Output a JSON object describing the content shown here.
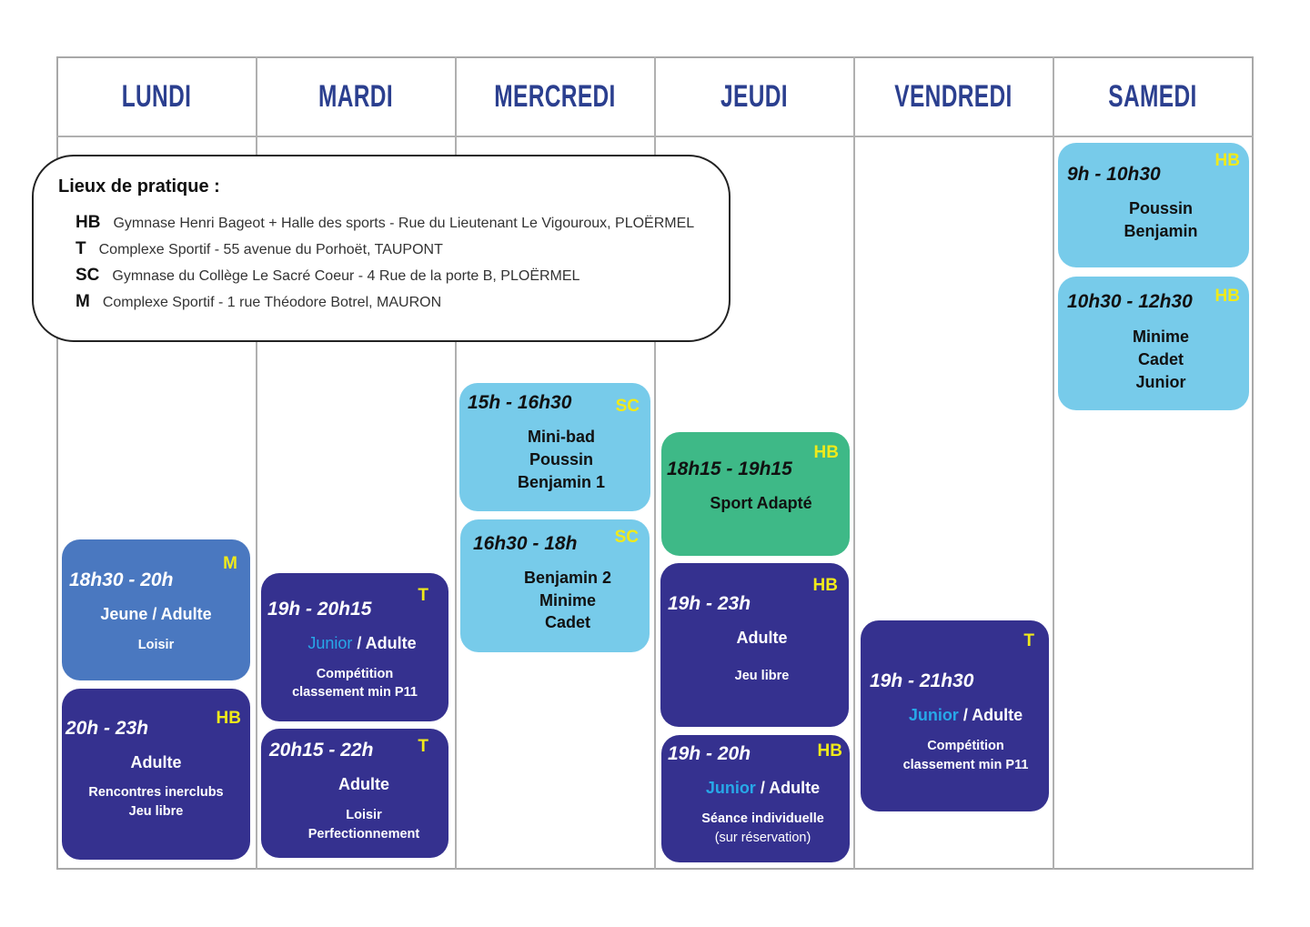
{
  "days": [
    "LUNDI",
    "MARDI",
    "MERCREDI",
    "JEUDI",
    "VENDREDI",
    "SAMEDI"
  ],
  "colors": {
    "header_text": "#2b3f8f",
    "light_blue": "#77cbea",
    "mid_blue": "#4a78c0",
    "navy": "#35318f",
    "green": "#3eb987",
    "venue_code": "#f0ea1a",
    "junior_highlight": "#27a8e8"
  },
  "legend": {
    "title": "Lieux de pratique :",
    "venues": [
      {
        "code": "HB",
        "text": "Gymnase Henri Bageot + Halle des sports - Rue du Lieutenant Le Vigouroux, PLOËRMEL"
      },
      {
        "code": "T",
        "text": "Complexe Sportif - 55 avenue du Porhoët, TAUPONT"
      },
      {
        "code": "SC",
        "text": "Gymnase du Collège Le Sacré Coeur - 4 Rue de la porte B, PLOËRMEL"
      },
      {
        "code": "M",
        "text": "Complexe Sportif - 1 rue Théodore Botrel, MAURON"
      }
    ]
  },
  "sessions": {
    "lundi": [
      {
        "time": "18h30 - 20h",
        "venue": "M",
        "group": "Jeune / Adulte",
        "detail": [
          "Loisir"
        ]
      },
      {
        "time": "20h - 23h",
        "venue": "HB",
        "group": "Adulte",
        "detail": [
          "Rencontres inerclubs",
          "Jeu libre"
        ]
      }
    ],
    "mardi": [
      {
        "time": "19h - 20h15",
        "venue": "T",
        "group_highlight": "Junior",
        "group_rest": " / Adulte",
        "detail": [
          "Compétition",
          "classement min P11"
        ]
      },
      {
        "time": "20h15 - 22h",
        "venue": "T",
        "group": "Adulte",
        "detail": [
          "Loisir",
          "Perfectionnement"
        ]
      }
    ],
    "mercredi": [
      {
        "time": "15h - 16h30",
        "venue": "SC",
        "groups": [
          "Mini-bad",
          "Poussin",
          "Benjamin 1"
        ]
      },
      {
        "time": "16h30 - 18h",
        "venue": "SC",
        "groups": [
          "Benjamin 2",
          "Minime",
          "Cadet"
        ]
      }
    ],
    "jeudi": [
      {
        "time": "18h15 - 19h15",
        "venue": "HB",
        "group": "Sport Adapté"
      },
      {
        "time": "19h - 23h",
        "venue": "HB",
        "group": "Adulte",
        "detail": [
          "Jeu libre"
        ]
      },
      {
        "time": "19h - 20h",
        "venue": "HB",
        "group_highlight": "Junior",
        "group_rest": " / Adulte",
        "detail": [
          "Séance individuelle",
          "(sur réservation)"
        ]
      }
    ],
    "vendredi": [
      {
        "time": "19h - 21h30",
        "venue": "T",
        "group_highlight": "Junior",
        "group_rest": " / Adulte",
        "detail": [
          "Compétition",
          "classement min P11"
        ]
      }
    ],
    "samedi": [
      {
        "time": "9h - 10h30",
        "venue": "HB",
        "groups": [
          "Poussin",
          "Benjamin"
        ]
      },
      {
        "time": "10h30 - 12h30",
        "venue": "HB",
        "groups": [
          "Minime",
          "Cadet",
          "Junior"
        ]
      }
    ]
  }
}
